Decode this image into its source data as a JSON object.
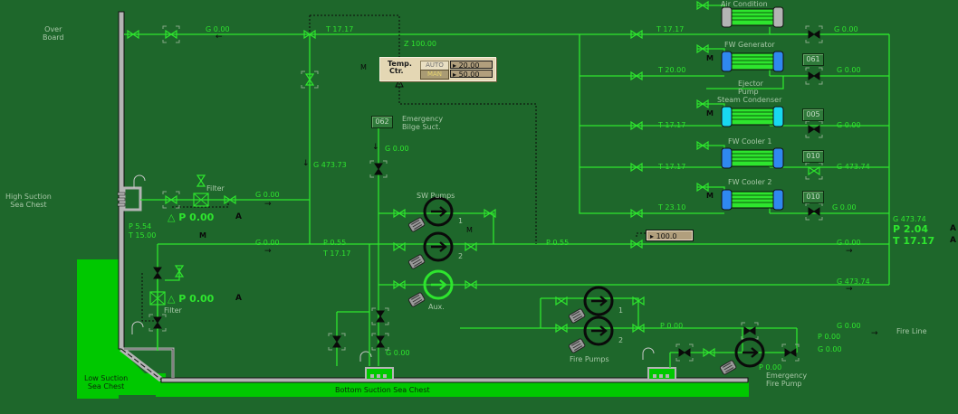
{
  "diagram": {
    "title": "Sea Water Cooling System",
    "labels": {
      "overboard": [
        "Over",
        "Board"
      ],
      "high_suction": [
        "High Suction",
        "Sea   Chest"
      ],
      "low_suction": [
        "Low Suction",
        "Sea Chest"
      ],
      "bottom_suction": "Bottom Suction Sea Chest",
      "emergency_bilge": [
        "Emergency",
        "Bilge Suct."
      ],
      "sw_pumps": "SW Pumps",
      "aux": "Aux.",
      "fire_pumps": "Fire Pumps",
      "fire_line": "Fire Line",
      "emergency_fire_pump": [
        "Emergency",
        "Fire Pump"
      ],
      "ejector_pump": [
        "Ejector",
        "Pump"
      ],
      "filter": "Filter",
      "pump_1": "1",
      "pump_2": "2"
    },
    "heat_exchangers": [
      {
        "name": "Air Condition",
        "color": "#b4b4b4",
        "inlet_temp": "T 17.17",
        "outlet_flow": "G 0.00",
        "counter": null,
        "mode": ""
      },
      {
        "name": "FW Generator",
        "color": "#2f88f0",
        "inlet_temp": "T 20.00",
        "outlet_flow": "G 0.00",
        "counter": "061",
        "mode": "M"
      },
      {
        "name": "Steam Condenser",
        "color": "#18d8f0",
        "inlet_temp": "T 17.17",
        "outlet_flow": "G 0.00",
        "counter": "005",
        "mode": "M"
      },
      {
        "name": "FW Cooler 1",
        "color": "#2f88f0",
        "inlet_temp": "T 17.17",
        "outlet_flow": "G 473.74",
        "counter": "010",
        "mode": ""
      },
      {
        "name": "FW Cooler 2",
        "color": "#2f88f0",
        "inlet_temp": "T 23.10",
        "outlet_flow": "G 0.00",
        "counter": "010",
        "mode": "M"
      }
    ],
    "readings": {
      "overboard_flow": "G 0.00",
      "overboard_temp": "T 17.17",
      "three_way_pos": "Z 100.00",
      "high_filter_dp": "△ P  0.00",
      "high_filter_mode": "A",
      "high_suction_flow": "G 0.00",
      "high_chest_p": "P 5.54",
      "high_chest_t": "T 15.00",
      "high_chest_mode": "M",
      "low_filter_dp": "△ P  0.00",
      "low_filter_mode": "A",
      "suction_main_flow": "G 0.00",
      "suction_main_p": "P 0.55",
      "suction_main_t": "T 17.17",
      "bypass_flow": "G 473.73",
      "bilge_flow": "G 0.00",
      "bilge_counter": "062",
      "sw_pump_mode": "M",
      "discharge_p": "P 0.55",
      "discharge_flow": "G 0.00",
      "return_flow": "G 473.74",
      "header_flow": "G 473.74",
      "header_p": "P 2.04",
      "header_t": "T 17.17",
      "header_p_mode": "A",
      "header_t_mode": "A",
      "bottom_flow": "G 0.00",
      "fire_p": "P 0.00",
      "fire_line_flow": "G 0.00",
      "fire_line_p": "P 0.00",
      "em_fire_flow": "G 0.00",
      "em_fire_p": "P 0.00",
      "valve_setpoint": "100.0"
    },
    "temp_controller": {
      "label_line1": "Temp.",
      "label_line2": "Ctr.",
      "auto_label": "AUTO",
      "man_label": "MAN",
      "setpoint": "20.00",
      "output": "50.00",
      "mode_indicator": "M"
    }
  }
}
